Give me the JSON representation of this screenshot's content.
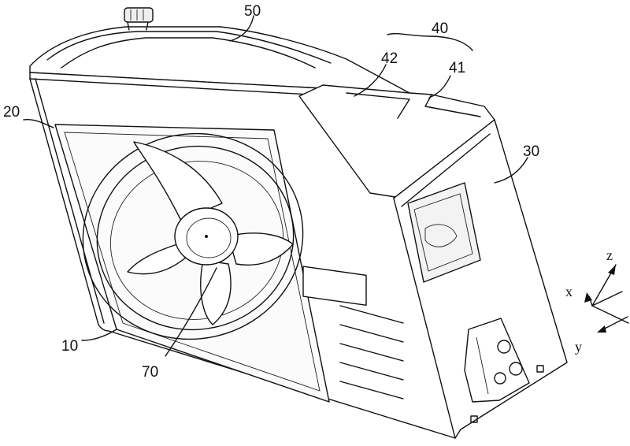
{
  "labels": {
    "l10": "10",
    "l20": "20",
    "l30": "30",
    "l40": "40",
    "l41": "41",
    "l42": "42",
    "l50": "50",
    "l70": "70"
  },
  "axes": {
    "x": "x",
    "y": "y",
    "z": "z"
  }
}
